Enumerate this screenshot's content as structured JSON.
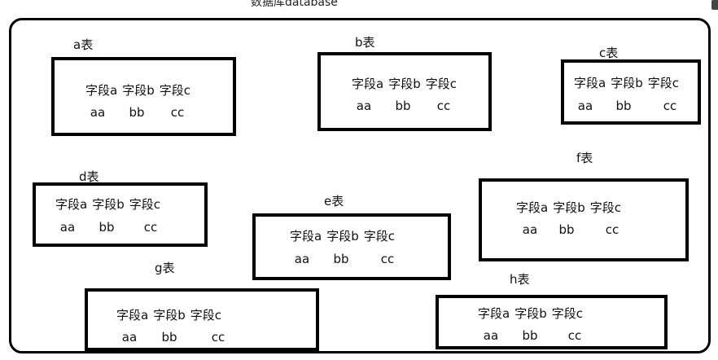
{
  "diagram_title": "数据库database",
  "tables": [
    {
      "name": "a表",
      "fields": [
        "字段a",
        "字段b",
        "字段c"
      ],
      "values": [
        "aa",
        "bb",
        "cc"
      ]
    },
    {
      "name": "b表",
      "fields": [
        "字段a",
        "字段b",
        "字段c"
      ],
      "values": [
        "aa",
        "bb",
        "cc"
      ]
    },
    {
      "name": "c表",
      "fields": [
        "字段a",
        "字段b",
        "字段c"
      ],
      "values": [
        "aa",
        "bb",
        "cc"
      ]
    },
    {
      "name": "d表",
      "fields": [
        "字段a",
        "字段b",
        "字段c"
      ],
      "values": [
        "aa",
        "bb",
        "cc"
      ]
    },
    {
      "name": "e表",
      "fields": [
        "字段a",
        "字段b",
        "字段c"
      ],
      "values": [
        "aa",
        "bb",
        "cc"
      ]
    },
    {
      "name": "f表",
      "fields": [
        "字段a",
        "字段b",
        "字段c"
      ],
      "values": [
        "aa",
        "bb",
        "cc"
      ]
    },
    {
      "name": "g表",
      "fields": [
        "字段a",
        "字段b",
        "字段c"
      ],
      "values": [
        "aa",
        "bb",
        "cc"
      ]
    },
    {
      "name": "h表",
      "fields": [
        "字段a",
        "字段b",
        "字段c"
      ],
      "values": [
        "aa",
        "bb",
        "cc"
      ]
    }
  ]
}
